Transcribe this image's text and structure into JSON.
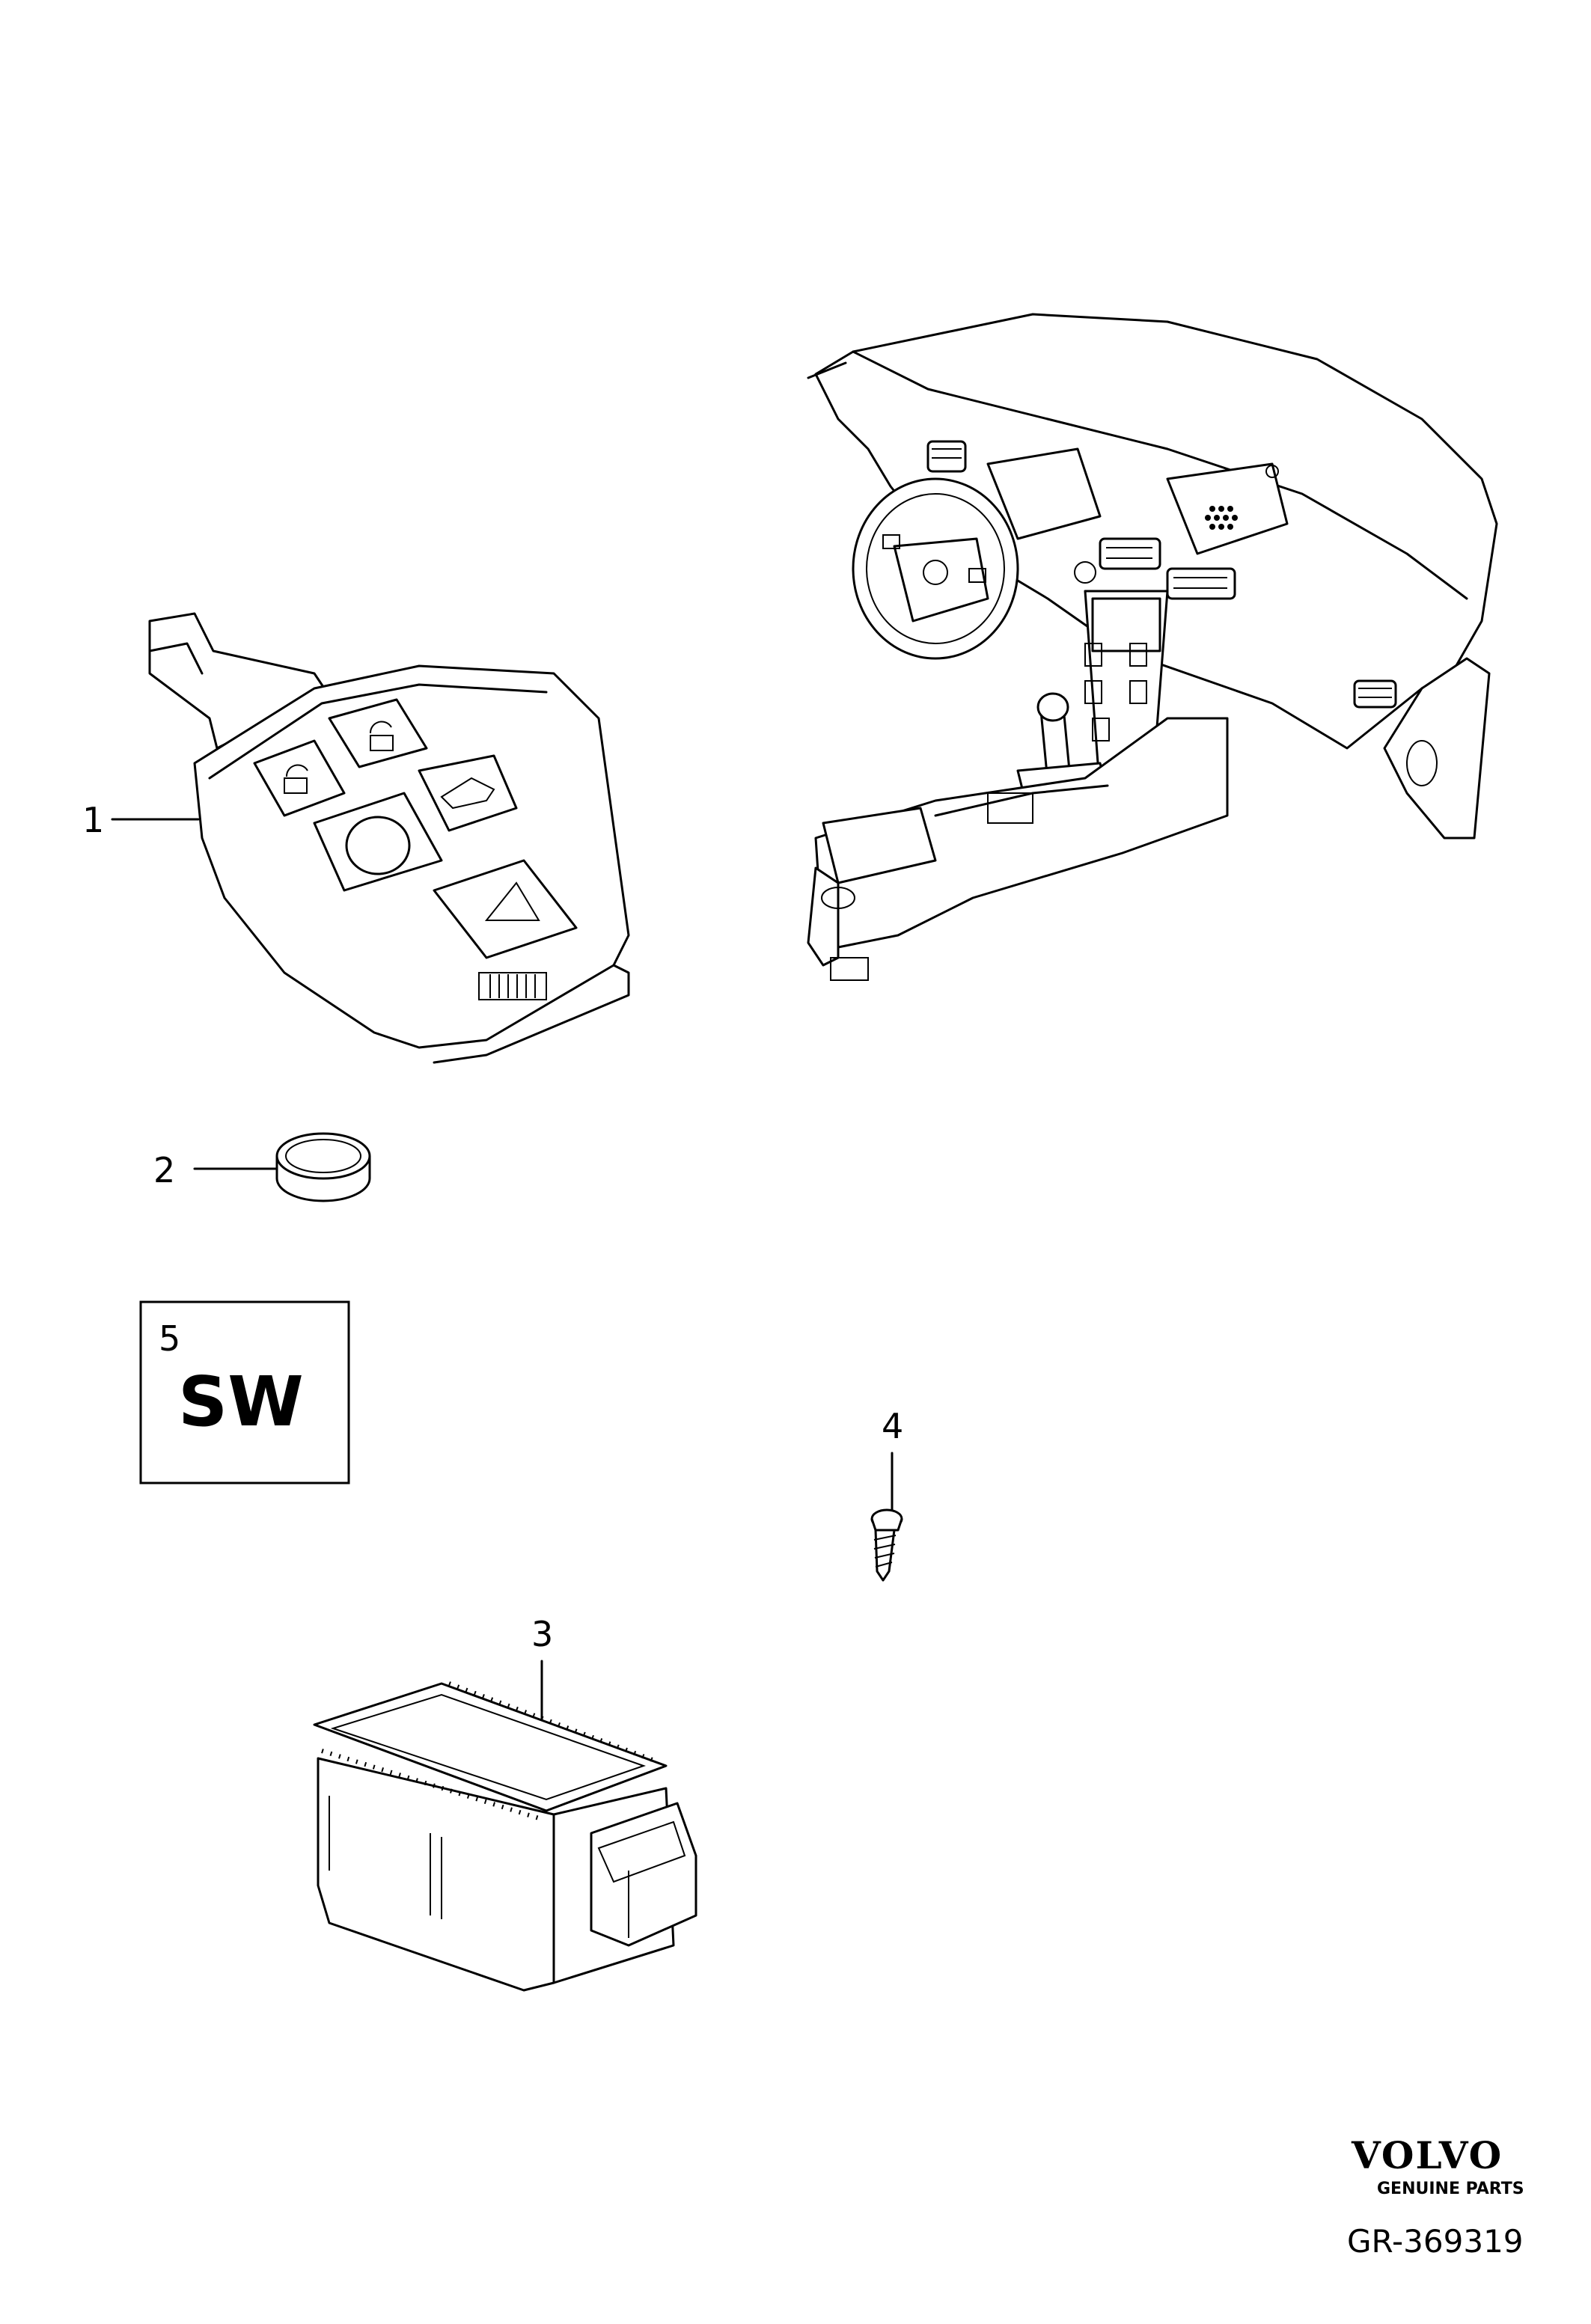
{
  "callouts": [
    "1",
    "2",
    "3",
    "4",
    "5"
  ],
  "sw_box": {
    "number": "5",
    "label": "SW"
  },
  "brand": {
    "name": "VOLVO",
    "tagline": "GENUINE PARTS"
  },
  "reference": "GR-369319"
}
